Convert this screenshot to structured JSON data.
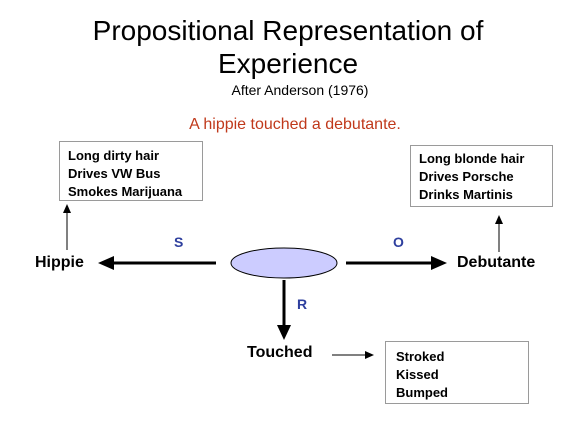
{
  "title_line1": "Propositional Representation of",
  "title_line2": "Experience",
  "subtitle": "After Anderson (1976)",
  "sentence": "A hippie touched a debutante.",
  "nodes": {
    "subject": "Hippie",
    "object": "Debutante",
    "relation": "Touched"
  },
  "links": {
    "s": "S",
    "o": "O",
    "r": "R"
  },
  "hippie_box": [
    "Long dirty hair",
    "Drives VW Bus",
    "Smokes Marijuana"
  ],
  "debutante_box": [
    "Long blonde hair",
    "Drives Porsche",
    "Drinks Martinis"
  ],
  "touched_box": [
    "Stroked",
    "Kissed",
    "Bumped"
  ],
  "colors": {
    "sentence": "#c0391b",
    "link_label": "#2e3f9e",
    "ellipse_fill": "#ccccff"
  }
}
